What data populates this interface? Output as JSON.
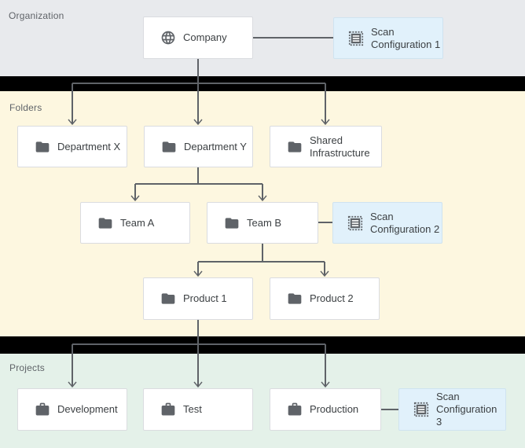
{
  "sections": {
    "organization": {
      "label": "Organization"
    },
    "folders": {
      "label": "Folders"
    },
    "projects": {
      "label": "Projects"
    }
  },
  "nodes": {
    "company": {
      "label": "Company",
      "icon": "globe-icon"
    },
    "scan_config_1": {
      "label": "Scan Configuration 1",
      "icon": "scan-config-icon"
    },
    "department_x": {
      "label": "Department X",
      "icon": "folder-icon"
    },
    "department_y": {
      "label": "Department Y",
      "icon": "folder-icon"
    },
    "shared_infrastructure": {
      "label": "Shared Infrastructure",
      "icon": "folder-icon"
    },
    "team_a": {
      "label": "Team A",
      "icon": "folder-icon"
    },
    "team_b": {
      "label": "Team B",
      "icon": "folder-icon"
    },
    "scan_config_2": {
      "label": "Scan Configuration 2",
      "icon": "scan-config-icon"
    },
    "product_1": {
      "label": "Product 1",
      "icon": "folder-icon"
    },
    "product_2": {
      "label": "Product 2",
      "icon": "folder-icon"
    },
    "development": {
      "label": "Development",
      "icon": "briefcase-icon"
    },
    "test": {
      "label": "Test",
      "icon": "briefcase-icon"
    },
    "production": {
      "label": "Production",
      "icon": "briefcase-icon"
    },
    "scan_config_3": {
      "label": "Scan Configuration 3",
      "icon": "scan-config-icon"
    }
  },
  "colors": {
    "organization_band": "#e8eaed",
    "folders_band": "#fdf7e0",
    "projects_band": "#e4f1e9",
    "separator_band": "#000000",
    "node_fill": "#ffffff",
    "node_border": "#dadce0",
    "scan_config_fill": "#e1f1fb",
    "scan_config_border": "#cfe3f0",
    "connector": "#5f6368",
    "icon": "#5f6368",
    "node_text": "#3c4043",
    "section_label_text": "#5f6368"
  }
}
